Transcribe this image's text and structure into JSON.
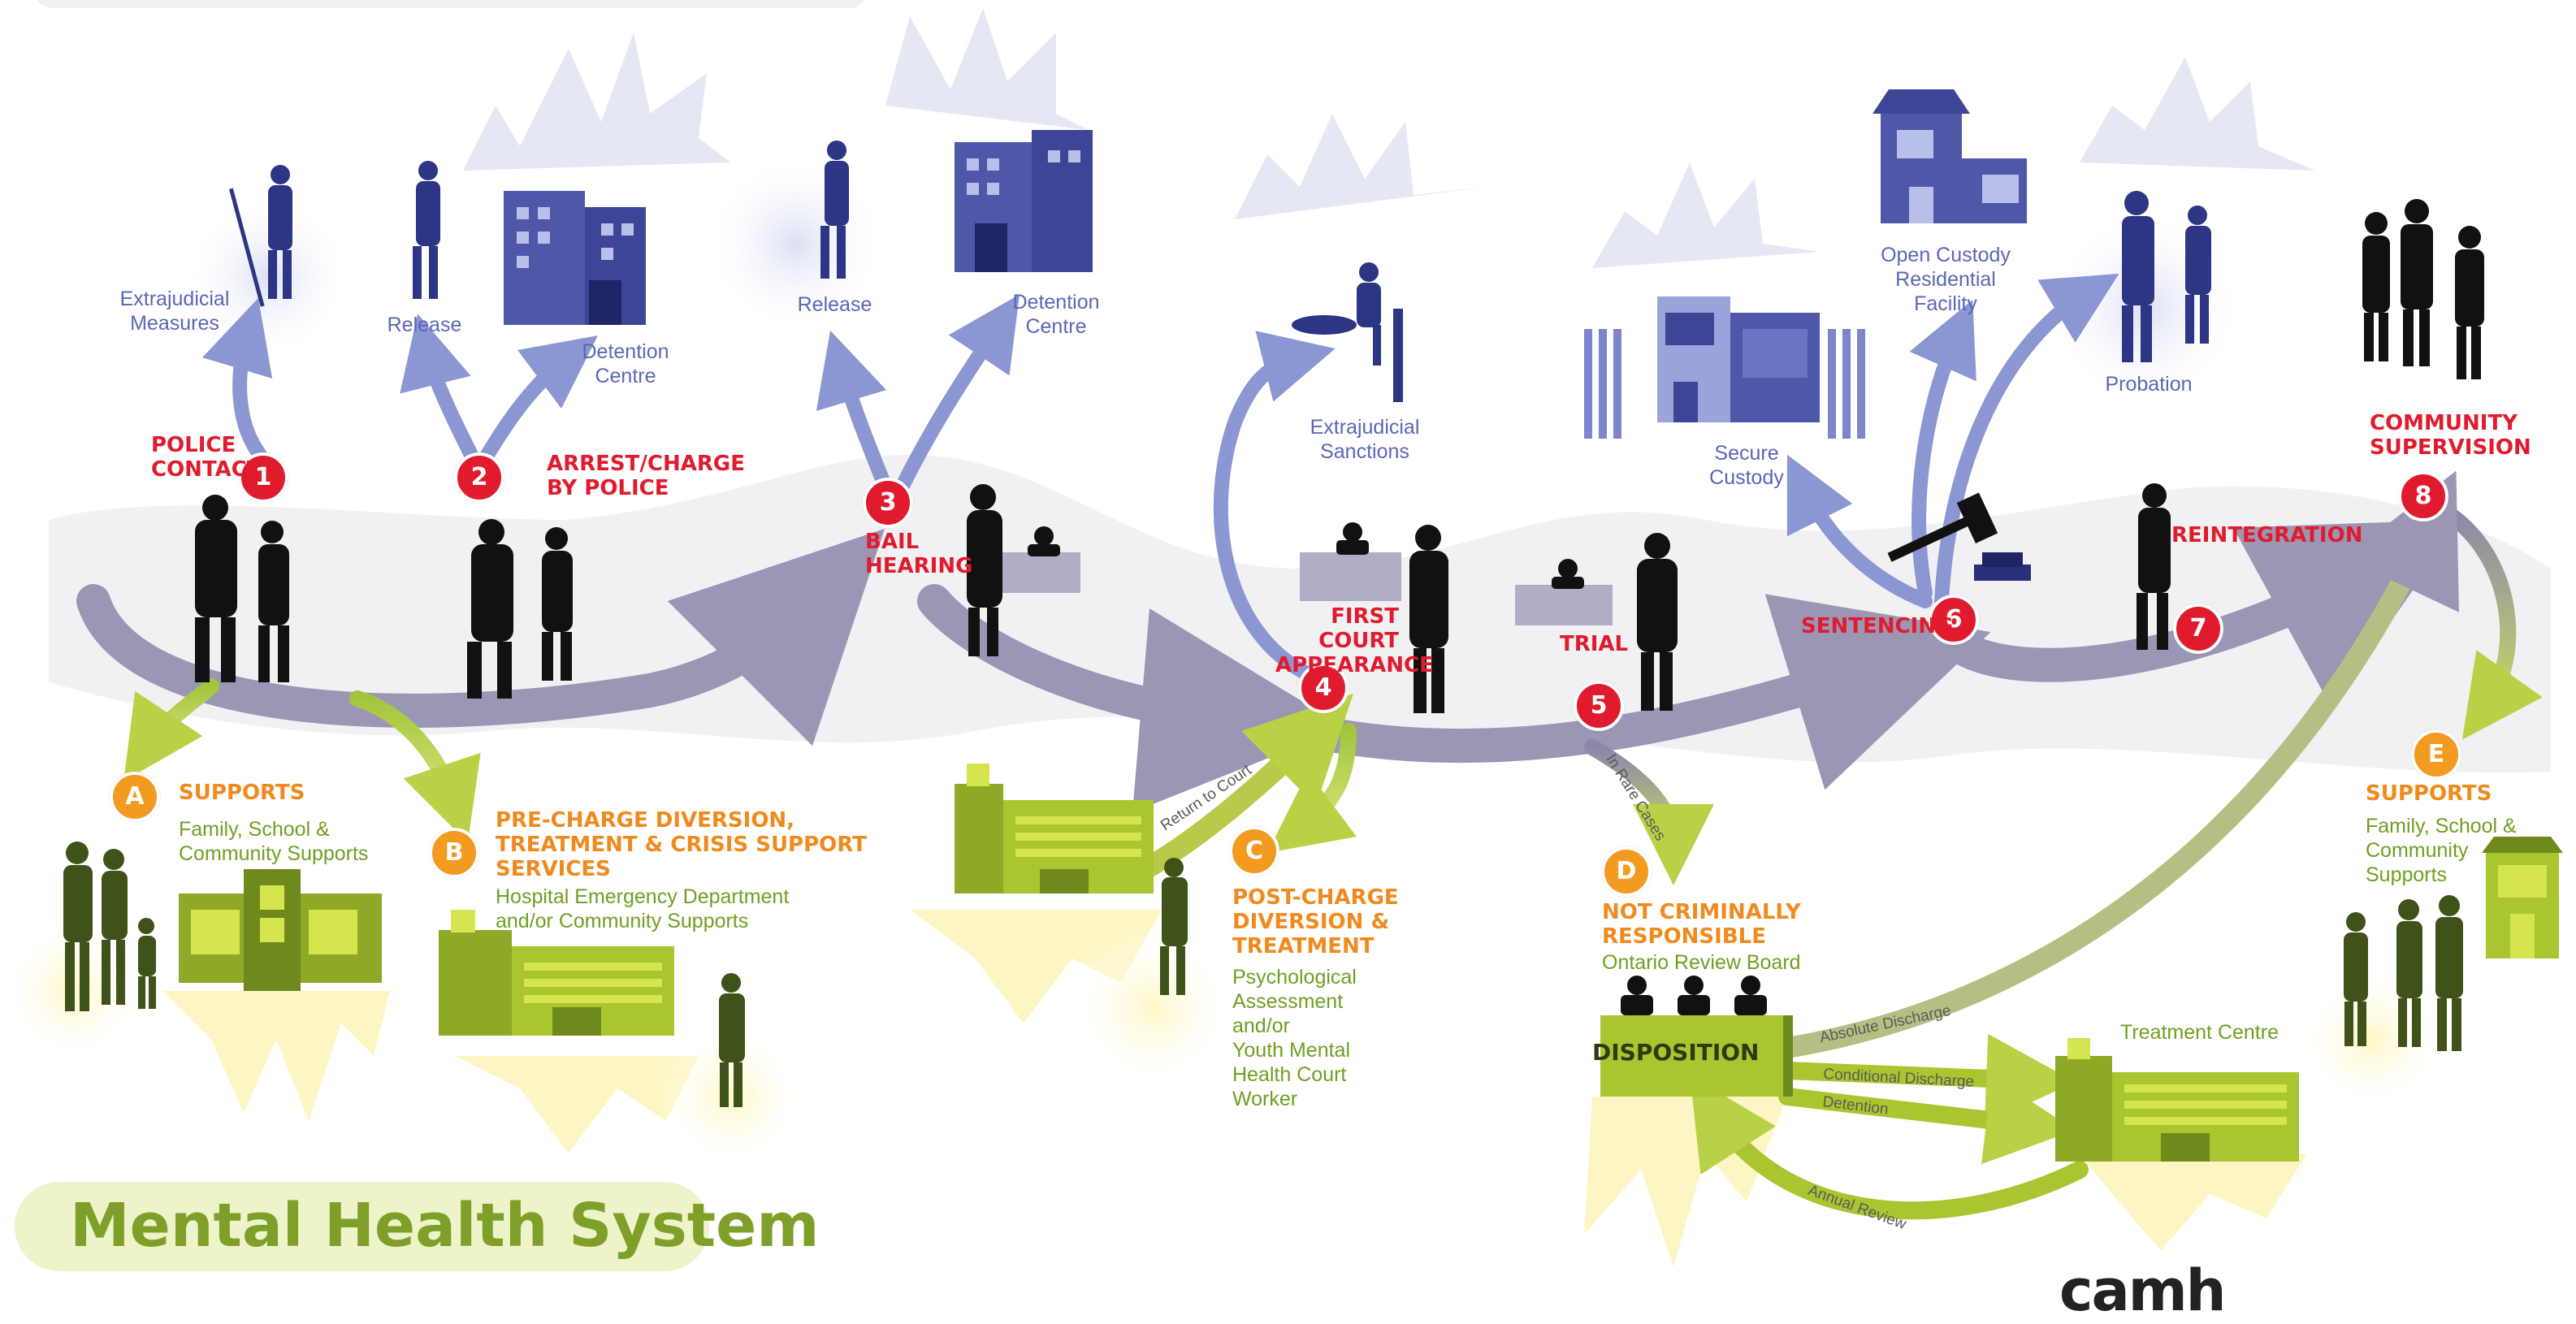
{
  "title": "Mental Health System",
  "logo": "camh",
  "stages": [
    {
      "num": "1",
      "label": "POLICE\nCONTACT"
    },
    {
      "num": "2",
      "label": "ARREST/CHARGE\nBY POLICE"
    },
    {
      "num": "3",
      "label": "BAIL\nHEARING"
    },
    {
      "num": "4",
      "label": "FIRST COURT\nAPPEARANCE"
    },
    {
      "num": "5",
      "label": "TRIAL"
    },
    {
      "num": "6",
      "label": "SENTENCING"
    },
    {
      "num": "7",
      "label": "REINTEGRATION"
    },
    {
      "num": "8",
      "label": "COMMUNITY\nSUPERVISION"
    }
  ],
  "outcomes": {
    "extrajudicial_measures": "Extrajudicial\nMeasures",
    "release_2": "Release",
    "detention_2": "Detention\nCentre",
    "release_3": "Release",
    "detention_3": "Detention\nCentre",
    "extrajudicial_sanctions": "Extrajudicial\nSanctions",
    "secure_custody": "Secure\nCustody",
    "open_custody": "Open Custody\nResidential\nFacility",
    "probation": "Probation"
  },
  "supports": [
    {
      "letter": "A",
      "title": "SUPPORTS",
      "body": "Family, School &\nCommunity Supports"
    },
    {
      "letter": "B",
      "title": "PRE-CHARGE DIVERSION,\nTREATMENT & CRISIS SUPPORT\nSERVICES",
      "body": "Hospital Emergency Department\nand/or Community Supports"
    },
    {
      "letter": "C",
      "title": "POST-CHARGE\nDIVERSION &\nTREATMENT",
      "body": "Psychological\nAssessment\nand/or\nYouth Mental\nHealth Court\nWorker"
    },
    {
      "letter": "D",
      "title": "NOT CRIMINALLY\nRESPONSIBLE",
      "body": "Ontario Review Board"
    },
    {
      "letter": "E",
      "title": "SUPPORTS",
      "body": "Family, School &\nCommunity\nSupports"
    }
  ],
  "flow_labels": {
    "return_to_court": "Return to Court",
    "in_rare_cases": "In Rare Cases",
    "disposition": "DISPOSITION",
    "absolute_discharge": "Absolute Discharge",
    "conditional_discharge": "Conditional Discharge",
    "detention": "Detention",
    "annual_review": "Annual Review",
    "treatment_centre": "Treatment Centre"
  },
  "colors": {
    "justice_red": "#e11b2e",
    "mental_health_orange": "#f39a20",
    "outcome_blue": "#5b66b5",
    "flow_purple": "#9b96b4",
    "green_buildings": "#a9c52f",
    "mhs_title": "#7ea028"
  }
}
